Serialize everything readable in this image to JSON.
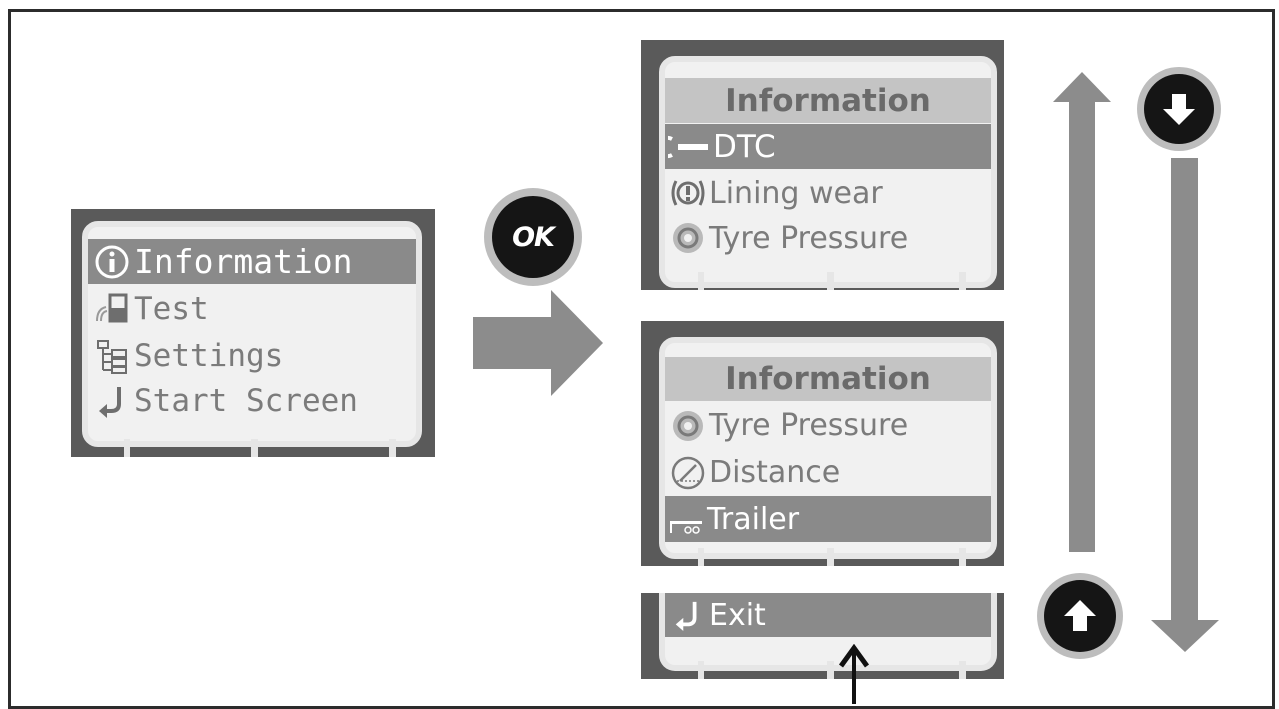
{
  "main_menu": {
    "items": [
      {
        "icon": "info-icon",
        "label": "Information",
        "selected": true
      },
      {
        "icon": "test-icon",
        "label": "Test",
        "selected": false
      },
      {
        "icon": "settings-tree-icon",
        "label": "Settings",
        "selected": false
      },
      {
        "icon": "return-icon",
        "label": "Start Screen",
        "selected": false
      }
    ]
  },
  "ok_button": {
    "label": "OK",
    "icon": "ok-button"
  },
  "info_screen_top": {
    "title": "Information",
    "items": [
      {
        "icon": "wrench-icon",
        "label": "DTC",
        "selected": true
      },
      {
        "icon": "lining-wear-icon",
        "label": "Lining wear",
        "selected": false
      },
      {
        "icon": "tyre-icon",
        "label": "Tyre Pressure",
        "selected": false
      }
    ]
  },
  "info_screen_bottom": {
    "title": "Information",
    "items": [
      {
        "icon": "tyre-icon",
        "label": "Tyre Pressure",
        "selected": false
      },
      {
        "icon": "gauge-icon",
        "label": "Distance",
        "selected": false
      },
      {
        "icon": "trailer-icon",
        "label": "Trailer",
        "selected": true
      }
    ]
  },
  "exit_screen": {
    "items": [
      {
        "icon": "return-icon",
        "label": "Exit",
        "selected": true
      }
    ]
  },
  "scroll_buttons": {
    "down": {
      "icon": "arrow-down-button"
    },
    "up": {
      "icon": "arrow-up-button"
    }
  },
  "colors": {
    "lcd_background": "#f1f1f1",
    "selection_bar": "#8a8a8a",
    "header_bar": "#c4c4c4",
    "arrow": "#8c8c8c",
    "button": "#151515"
  }
}
